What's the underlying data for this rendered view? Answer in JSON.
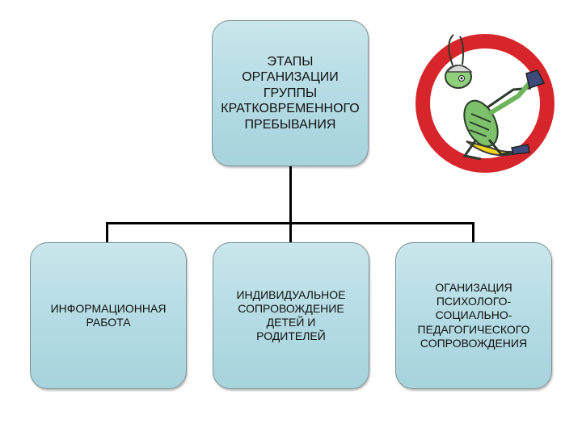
{
  "diagram": {
    "root": {
      "label": "ЭТАПЫ\nОРГАНИЗАЦИИ\nГРУППЫ\nКРАТКОВРЕМЕННОГО\nПРЕБЫВАНИЯ"
    },
    "children": [
      {
        "label": "ИНФОРМАЦИОННАЯ\nРАБОТА"
      },
      {
        "label": "ИНДИВИДУАЛЬНОЕ\nСОПРОВОЖДЕНИЕ\nДЕТЕЙ И\nРОДИТЕЛЕЙ"
      },
      {
        "label": "ОГАНИЗАЦИЯ\nПСИХОЛОГО-\nСОЦИАЛЬНО-\nПЕДАГОГИЧЕСКОГО\nСОПРОВОЖДЕНИЯ"
      }
    ]
  },
  "colors": {
    "box_fill": "#b3dbe3",
    "box_border": "#7f8f93",
    "connector": "#000000",
    "logo_red": "#d7262b"
  },
  "icons": {
    "logo": "grasshopper-logo-icon"
  }
}
